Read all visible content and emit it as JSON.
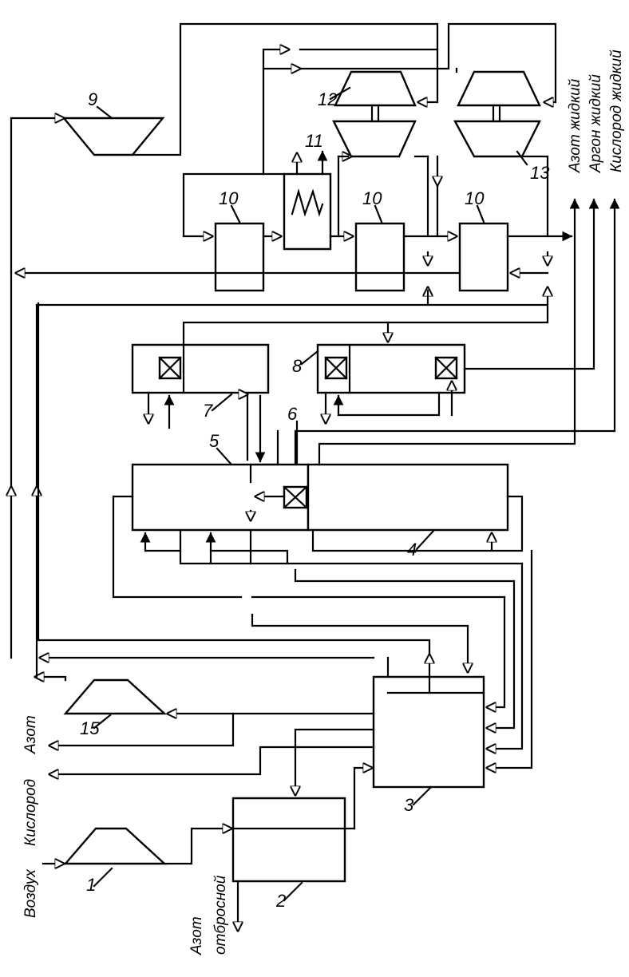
{
  "labels": {
    "vozdukh": "Воздух",
    "kislorod": "Кислород",
    "azot": "Азот",
    "azot_otbrosnoy_1": "Азот",
    "azot_otbrosnoy_2": "отбросной",
    "azot_zhidkiy": "Азот жидкий",
    "argon_zhidkiy": "Аргон жидкий",
    "kislorod_zhidkiy": "Кислород жидкий"
  },
  "numbers": {
    "n1": "1",
    "n2": "2",
    "n3": "3",
    "n4": "4",
    "n5": "5",
    "n6": "6",
    "n7": "7",
    "n8": "8",
    "n9": "9",
    "n10a": "10",
    "n10b": "10",
    "n10c": "10",
    "n11": "11",
    "n12": "12",
    "n13": "13",
    "n15": "15"
  },
  "colors": {
    "ink": "#000000",
    "paper": "#ffffff"
  }
}
